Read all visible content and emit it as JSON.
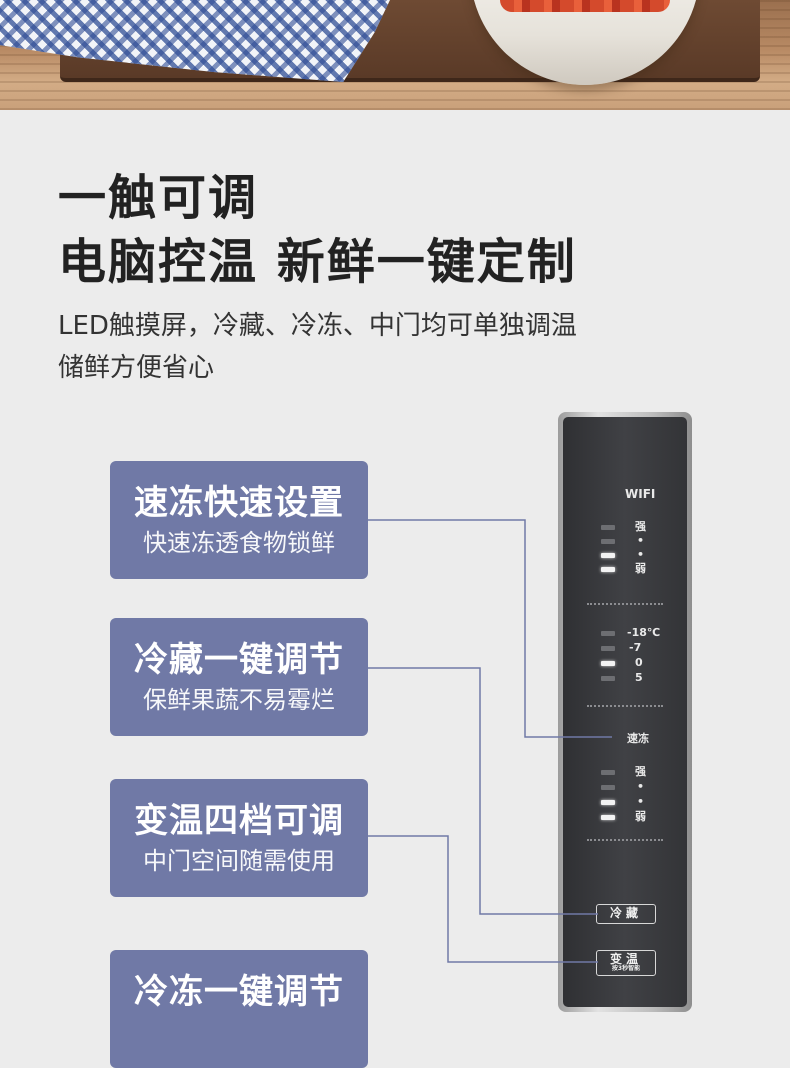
{
  "headline": {
    "line1": "一触可调",
    "line2": "电脑控温 新鲜一键定制"
  },
  "subtitle": {
    "line1": "LED触摸屏，冷藏、冷冻、中门均可单独调温",
    "line2": "储鲜方便省心"
  },
  "features": [
    {
      "title": "速冻快速设置",
      "desc": "快速冻透食物锁鲜"
    },
    {
      "title": "冷藏一键调节",
      "desc": "保鲜果蔬不易霉烂"
    },
    {
      "title": "变温四档可调",
      "desc": "中门空间随需使用"
    },
    {
      "title": "冷冻一键调节",
      "desc": ""
    }
  ],
  "panel": {
    "wifi_label": "WIFI",
    "wifi_levels": [
      "强",
      "•",
      "•",
      "弱"
    ],
    "wifi_level_on": [
      false,
      false,
      true,
      true
    ],
    "temps": [
      "-18℃",
      "-7",
      "0",
      "5"
    ],
    "temps_on": [
      false,
      false,
      true,
      false
    ],
    "quick_freeze_label": "速冻",
    "freeze_levels": [
      "强",
      "•",
      "•",
      "弱"
    ],
    "freeze_level_on": [
      false,
      false,
      true,
      true
    ],
    "btn_fridge": "冷藏",
    "btn_variable": "变温",
    "btn_variable_hint": "按3秒智能"
  },
  "colors": {
    "card_bg": "#7079a6",
    "line": "#7079a6",
    "panel_bg": "#3a3b3f"
  }
}
